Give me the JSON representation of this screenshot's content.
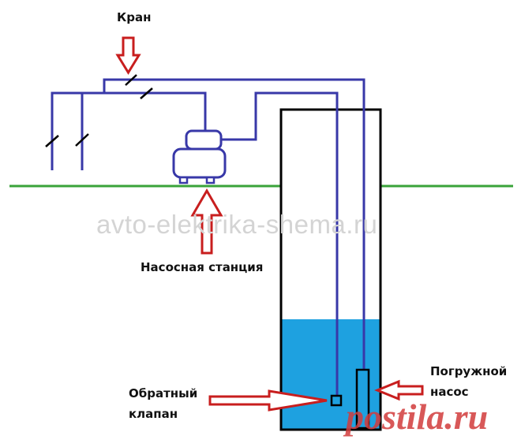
{
  "labels": {
    "faucet": "Кран",
    "pump_station": "Насосная станция",
    "check_valve_line1": "Обратный",
    "check_valve_line2": "клапан",
    "submersible_pump_line1": "Погружной",
    "submersible_pump_line2": "насос"
  },
  "watermark": "avto-elektrika-shema.ru",
  "brand_watermark": "postila.ru",
  "colors": {
    "pipe": "#3838a8",
    "ground": "#3aa33a",
    "water": "#1ea1e0",
    "arrow": "#c81e1e",
    "well": "#000000",
    "watermark_text": "#d4d4d4",
    "brand_text": "#d23c3c"
  }
}
